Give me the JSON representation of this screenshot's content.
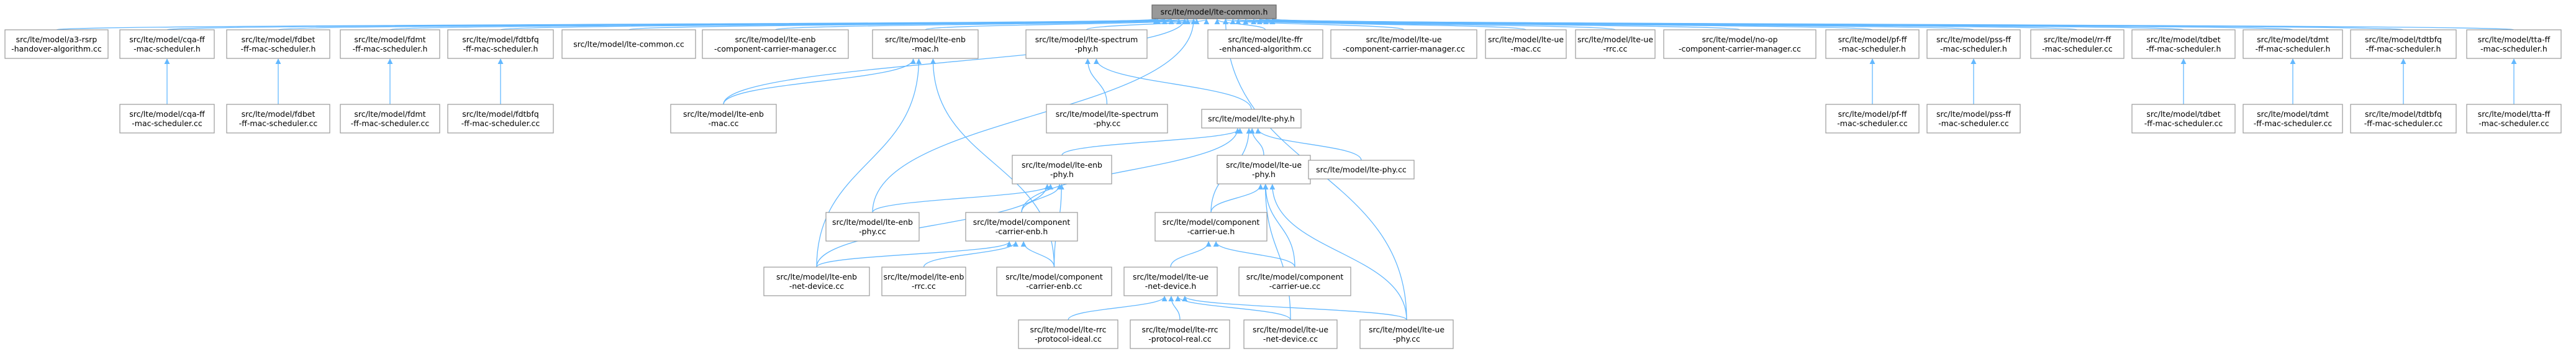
{
  "diagram": {
    "root": "src/lte/model/lte-common.h",
    "edge_color": "#63b8ff",
    "nodes": [
      {
        "id": "root",
        "lines": [
          "src/lte/model/lte-common.h"
        ],
        "root": true
      },
      {
        "id": "a3",
        "lines": [
          "src/lte/model/a3-rsrp",
          "-handover-algorithm.cc"
        ]
      },
      {
        "id": "cqa_h",
        "lines": [
          "src/lte/model/cqa-ff",
          "-mac-scheduler.h"
        ]
      },
      {
        "id": "fdbet_h",
        "lines": [
          "src/lte/model/fdbet",
          "-ff-mac-scheduler.h"
        ]
      },
      {
        "id": "fdmt_h",
        "lines": [
          "src/lte/model/fdmt",
          "-ff-mac-scheduler.h"
        ]
      },
      {
        "id": "fdtbfq_h",
        "lines": [
          "src/lte/model/fdtbfq",
          "-ff-mac-scheduler.h"
        ]
      },
      {
        "id": "common_cc",
        "lines": [
          "src/lte/model/lte-common.cc"
        ]
      },
      {
        "id": "enb_ccm",
        "lines": [
          "src/lte/model/lte-enb",
          "-component-carrier-manager.cc"
        ]
      },
      {
        "id": "enb_mac_h",
        "lines": [
          "src/lte/model/lte-enb",
          "-mac.h"
        ]
      },
      {
        "id": "spectrum_phy_h",
        "lines": [
          "src/lte/model/lte-spectrum",
          "-phy.h"
        ]
      },
      {
        "id": "ffr_cc",
        "lines": [
          "src/lte/model/lte-ffr",
          "-enhanced-algorithm.cc"
        ]
      },
      {
        "id": "ue_ccm",
        "lines": [
          "src/lte/model/lte-ue",
          "-component-carrier-manager.cc"
        ]
      },
      {
        "id": "ue_mac_cc",
        "lines": [
          "src/lte/model/lte-ue",
          "-mac.cc"
        ]
      },
      {
        "id": "ue_rrc_cc",
        "lines": [
          "src/lte/model/lte-ue",
          "-rrc.cc"
        ]
      },
      {
        "id": "noop_ccm",
        "lines": [
          "src/lte/model/no-op",
          "-component-carrier-manager.cc"
        ]
      },
      {
        "id": "pf_h",
        "lines": [
          "src/lte/model/pf-ff",
          "-mac-scheduler.h"
        ]
      },
      {
        "id": "pss_h",
        "lines": [
          "src/lte/model/pss-ff",
          "-mac-scheduler.h"
        ]
      },
      {
        "id": "rr_cc",
        "lines": [
          "src/lte/model/rr-ff",
          "-mac-scheduler.cc"
        ]
      },
      {
        "id": "tdbet_h",
        "lines": [
          "src/lte/model/tdbet",
          "-ff-mac-scheduler.h"
        ]
      },
      {
        "id": "tdmt_h",
        "lines": [
          "src/lte/model/tdmt",
          "-ff-mac-scheduler.h"
        ]
      },
      {
        "id": "tdtbfq_h",
        "lines": [
          "src/lte/model/tdtbfq",
          "-ff-mac-scheduler.h"
        ]
      },
      {
        "id": "tta_h",
        "lines": [
          "src/lte/model/tta-ff",
          "-mac-scheduler.h"
        ]
      },
      {
        "id": "cqa_cc",
        "lines": [
          "src/lte/model/cqa-ff",
          "-mac-scheduler.cc"
        ]
      },
      {
        "id": "fdbet_cc",
        "lines": [
          "src/lte/model/fdbet",
          "-ff-mac-scheduler.cc"
        ]
      },
      {
        "id": "fdmt_cc",
        "lines": [
          "src/lte/model/fdmt",
          "-ff-mac-scheduler.cc"
        ]
      },
      {
        "id": "fdtbfq_cc",
        "lines": [
          "src/lte/model/fdtbfq",
          "-ff-mac-scheduler.cc"
        ]
      },
      {
        "id": "enb_mac_cc",
        "lines": [
          "src/lte/model/lte-enb",
          "-mac.cc"
        ]
      },
      {
        "id": "spectrum_phy_cc",
        "lines": [
          "src/lte/model/lte-spectrum",
          "-phy.cc"
        ]
      },
      {
        "id": "phy_h",
        "lines": [
          "src/lte/model/lte-phy.h"
        ]
      },
      {
        "id": "pf_cc",
        "lines": [
          "src/lte/model/pf-ff",
          "-mac-scheduler.cc"
        ]
      },
      {
        "id": "pss_cc",
        "lines": [
          "src/lte/model/pss-ff",
          "-mac-scheduler.cc"
        ]
      },
      {
        "id": "tdbet_cc",
        "lines": [
          "src/lte/model/tdbet",
          "-ff-mac-scheduler.cc"
        ]
      },
      {
        "id": "tdmt_cc",
        "lines": [
          "src/lte/model/tdmt",
          "-ff-mac-scheduler.cc"
        ]
      },
      {
        "id": "tdtbfq_cc",
        "lines": [
          "src/lte/model/tdtbfq",
          "-ff-mac-scheduler.cc"
        ]
      },
      {
        "id": "tta_cc",
        "lines": [
          "src/lte/model/tta-ff",
          "-mac-scheduler.cc"
        ]
      },
      {
        "id": "enb_phy_h",
        "lines": [
          "src/lte/model/lte-enb",
          "-phy.h"
        ]
      },
      {
        "id": "ue_phy_h",
        "lines": [
          "src/lte/model/lte-ue",
          "-phy.h"
        ]
      },
      {
        "id": "phy_cc",
        "lines": [
          "src/lte/model/lte-phy.cc"
        ]
      },
      {
        "id": "enb_phy_cc",
        "lines": [
          "src/lte/model/lte-enb",
          "-phy.cc"
        ]
      },
      {
        "id": "cc_enb_h",
        "lines": [
          "src/lte/model/component",
          "-carrier-enb.h"
        ]
      },
      {
        "id": "cc_ue_h",
        "lines": [
          "src/lte/model/component",
          "-carrier-ue.h"
        ]
      },
      {
        "id": "enb_netdev_cc",
        "lines": [
          "src/lte/model/lte-enb",
          "-net-device.cc"
        ]
      },
      {
        "id": "enb_rrc_cc",
        "lines": [
          "src/lte/model/lte-enb",
          "-rrc.cc"
        ]
      },
      {
        "id": "cc_enb_cc",
        "lines": [
          "src/lte/model/component",
          "-carrier-enb.cc"
        ]
      },
      {
        "id": "ue_netdev_h",
        "lines": [
          "src/lte/model/lte-ue",
          "-net-device.h"
        ]
      },
      {
        "id": "cc_ue_cc",
        "lines": [
          "src/lte/model/component",
          "-carrier-ue.cc"
        ]
      },
      {
        "id": "rrc_ideal_cc",
        "lines": [
          "src/lte/model/lte-rrc",
          "-protocol-ideal.cc"
        ]
      },
      {
        "id": "rrc_real_cc",
        "lines": [
          "src/lte/model/lte-rrc",
          "-protocol-real.cc"
        ]
      },
      {
        "id": "ue_netdev_cc",
        "lines": [
          "src/lte/model/lte-ue",
          "-net-device.cc"
        ]
      },
      {
        "id": "ue_phy_cc",
        "lines": [
          "src/lte/model/lte-ue",
          "-phy.cc"
        ]
      }
    ],
    "edges": [
      [
        "root",
        "a3"
      ],
      [
        "root",
        "cqa_h"
      ],
      [
        "root",
        "fdbet_h"
      ],
      [
        "root",
        "fdmt_h"
      ],
      [
        "root",
        "fdtbfq_h"
      ],
      [
        "root",
        "common_cc"
      ],
      [
        "root",
        "enb_ccm"
      ],
      [
        "root",
        "enb_mac_h"
      ],
      [
        "root",
        "spectrum_phy_h"
      ],
      [
        "root",
        "ffr_cc"
      ],
      [
        "root",
        "ue_ccm"
      ],
      [
        "root",
        "ue_mac_cc"
      ],
      [
        "root",
        "ue_rrc_cc"
      ],
      [
        "root",
        "noop_ccm"
      ],
      [
        "root",
        "pf_h"
      ],
      [
        "root",
        "pss_h"
      ],
      [
        "root",
        "rr_cc"
      ],
      [
        "root",
        "tdbet_h"
      ],
      [
        "root",
        "tdmt_h"
      ],
      [
        "root",
        "tdtbfq_h"
      ],
      [
        "root",
        "tta_h"
      ],
      [
        "root",
        "enb_mac_cc"
      ],
      [
        "root",
        "enb_phy_cc"
      ],
      [
        "root",
        "ue_phy_cc"
      ],
      [
        "cqa_h",
        "cqa_cc"
      ],
      [
        "fdbet_h",
        "fdbet_cc"
      ],
      [
        "fdmt_h",
        "fdmt_cc"
      ],
      [
        "fdtbfq_h",
        "fdtbfq_cc"
      ],
      [
        "enb_mac_h",
        "enb_mac_cc"
      ],
      [
        "enb_mac_h",
        "enb_netdev_cc"
      ],
      [
        "enb_mac_h",
        "cc_enb_cc"
      ],
      [
        "spectrum_phy_h",
        "spectrum_phy_cc"
      ],
      [
        "spectrum_phy_h",
        "phy_h"
      ],
      [
        "pf_h",
        "pf_cc"
      ],
      [
        "pss_h",
        "pss_cc"
      ],
      [
        "tdbet_h",
        "tdbet_cc"
      ],
      [
        "tdmt_h",
        "tdmt_cc"
      ],
      [
        "tdtbfq_h",
        "tdtbfq_cc"
      ],
      [
        "tta_h",
        "tta_cc"
      ],
      [
        "phy_h",
        "enb_phy_h"
      ],
      [
        "phy_h",
        "ue_phy_h"
      ],
      [
        "phy_h",
        "phy_cc"
      ],
      [
        "phy_h",
        "cc_ue_h"
      ],
      [
        "phy_h",
        "cc_enb_h"
      ],
      [
        "enb_phy_h",
        "enb_phy_cc"
      ],
      [
        "enb_phy_h",
        "cc_enb_h"
      ],
      [
        "enb_phy_h",
        "enb_netdev_cc"
      ],
      [
        "enb_phy_h",
        "cc_enb_cc"
      ],
      [
        "ue_phy_h",
        "cc_ue_h"
      ],
      [
        "ue_phy_h",
        "ue_phy_cc"
      ],
      [
        "ue_phy_h",
        "ue_netdev_cc"
      ],
      [
        "ue_phy_h",
        "cc_ue_cc"
      ],
      [
        "cc_enb_h",
        "enb_netdev_cc"
      ],
      [
        "cc_enb_h",
        "enb_rrc_cc"
      ],
      [
        "cc_enb_h",
        "cc_enb_cc"
      ],
      [
        "cc_ue_h",
        "ue_netdev_h"
      ],
      [
        "cc_ue_h",
        "cc_ue_cc"
      ],
      [
        "ue_netdev_h",
        "rrc_ideal_cc"
      ],
      [
        "ue_netdev_h",
        "rrc_real_cc"
      ],
      [
        "ue_netdev_h",
        "ue_netdev_cc"
      ],
      [
        "ue_netdev_h",
        "ue_phy_cc"
      ]
    ]
  }
}
